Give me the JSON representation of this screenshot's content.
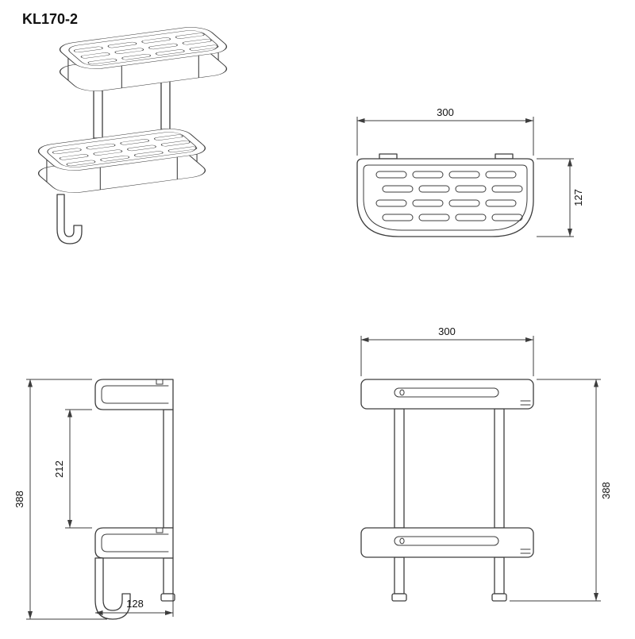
{
  "title": "KL170-2",
  "colors": {
    "background": "#ffffff",
    "line": "#3d3d3d",
    "text": "#111111"
  },
  "views": {
    "top_view": {
      "width": "300",
      "depth": "127"
    },
    "front_view": {
      "width": "300",
      "height": "388"
    },
    "side_view": {
      "overall_height": "388",
      "basket_spacing": "212",
      "depth": "128"
    }
  }
}
